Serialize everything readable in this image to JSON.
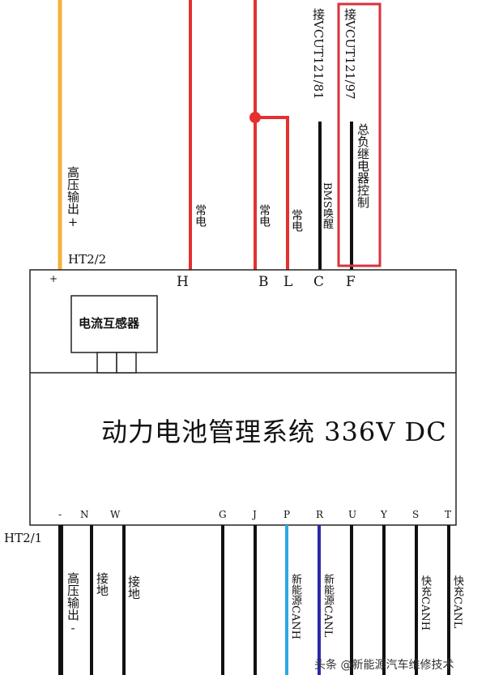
{
  "title": "动力电池管理系统 336V DC",
  "current_sensor_label": "电流互感器",
  "connector_top": "HT2/2",
  "connector_bottom": "HT2/1",
  "top_pins": {
    "plus": "+",
    "H": "H",
    "B": "B",
    "L": "L",
    "C": "C",
    "F": "F"
  },
  "bottom_pins": {
    "minus": "-",
    "N": "N",
    "W": "W",
    "G": "G",
    "J": "J",
    "P": "P",
    "R": "R",
    "U": "U",
    "Y": "Y",
    "S": "S",
    "T": "T"
  },
  "top_labels": {
    "hv_out_plus": "高压输出+",
    "h_const": "常电",
    "b_const": "常电",
    "l_const": "常电",
    "c_bms_wake": "BMS唤醒",
    "c_conn": "接VCUT121/81",
    "f_conn": "接VCUT121/97",
    "f_relay": "总负继电器控制"
  },
  "bottom_labels": {
    "hv_out_minus": "高压输出-",
    "n_ground": "接地",
    "w_ground": "接地",
    "p_canh": "新能源CANH",
    "r_canl": "新能源CANL",
    "s_fast_canh": "快充CANH",
    "t_fast_canl": "快充CANL"
  },
  "watermark": "头条 @新能源汽车维修技术",
  "colors": {
    "orange": "#f6b23c",
    "red": "#e53030",
    "black": "#111111",
    "cyan": "#2ea6e6",
    "navy": "#2a2aa8",
    "highlight": "#d9333b"
  }
}
